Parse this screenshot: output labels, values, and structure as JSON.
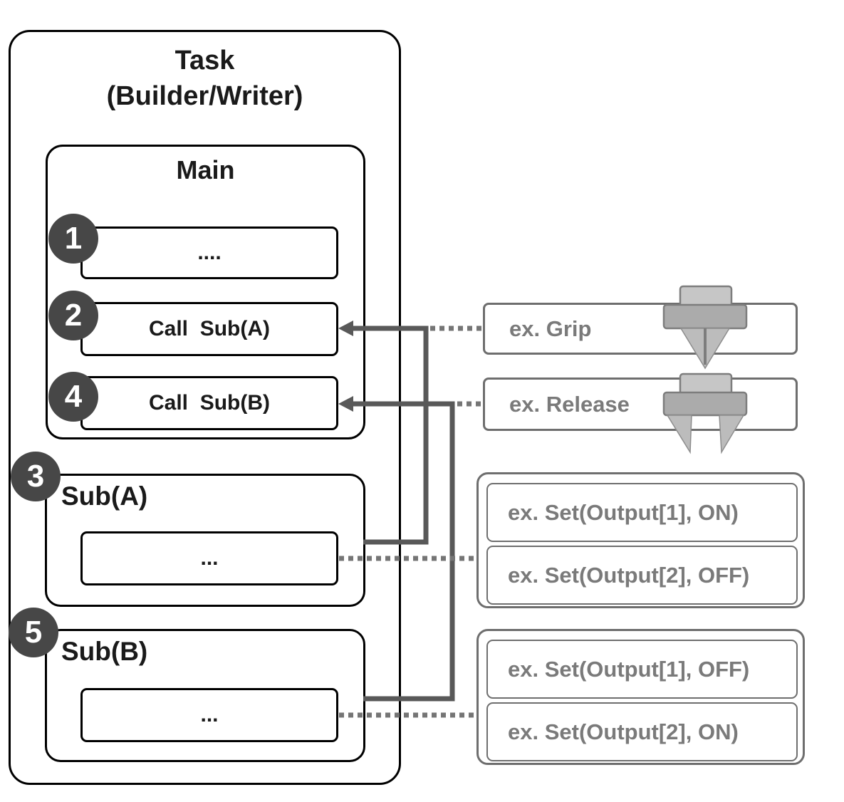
{
  "task": {
    "title_line1": "Task",
    "title_line2": "(Builder/Writer)"
  },
  "main": {
    "title": "Main",
    "steps": [
      {
        "num": "1",
        "label": "...."
      },
      {
        "num": "2",
        "label": "Call  Sub(A)"
      },
      {
        "num": "4",
        "label": "Call  Sub(B)"
      }
    ]
  },
  "subs": [
    {
      "num": "3",
      "title": "Sub(A)",
      "body": "..."
    },
    {
      "num": "5",
      "title": "Sub(B)",
      "body": "..."
    }
  ],
  "examples": {
    "grip_label": "ex. Grip",
    "release_label": "ex. Release",
    "groupA": {
      "items": [
        {
          "label": "ex. Set(Output[1], ON)"
        },
        {
          "label": "ex. Set(Output[2], OFF)"
        }
      ]
    },
    "groupB": {
      "items": [
        {
          "label": "ex. Set(Output[1], OFF)"
        },
        {
          "label": "ex. Set(Output[2], ON)"
        }
      ]
    }
  },
  "icons": {
    "grip": "gripper-closed-icon",
    "release": "gripper-open-icon"
  },
  "colors": {
    "box_border_black": "#000000",
    "box_border_gray": "#6e6e6e",
    "example_text_gray": "#7a7a7a",
    "badge_fill": "#474747",
    "badge_text": "#ffffff",
    "connector_solid": "#595959",
    "connector_dotted": "#757575",
    "gripper_seat": "#c6c6c6",
    "gripper_bar": "#ababab",
    "gripper_finger": "#bcbcbc",
    "gripper_stroke": "#7d7d7d"
  }
}
